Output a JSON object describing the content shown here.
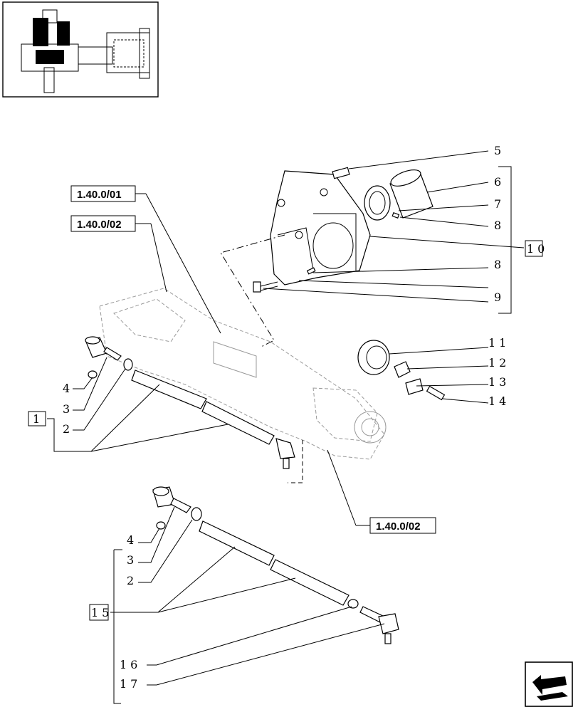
{
  "callouts": {
    "c1": "1",
    "c2a": "2",
    "c2b": "2",
    "c3a": "3",
    "c3b": "3",
    "c4a": "4",
    "c4b": "4",
    "c5": "5",
    "c6": "6",
    "c7": "7",
    "c8a": "8",
    "c8b": "8",
    "c9": "9",
    "c10": "10",
    "c11": "11",
    "c12": "12",
    "c13": "13",
    "c14": "14",
    "c15": "15",
    "c16": "16",
    "c17": "17"
  },
  "references": {
    "r1": "1.40.0/01",
    "r2": "1.40.0/02",
    "r3": "1.40.0/02"
  },
  "icons": {
    "thumbnail": "axle-thumbnail-icon",
    "navigation": "back-arrow-icon"
  }
}
